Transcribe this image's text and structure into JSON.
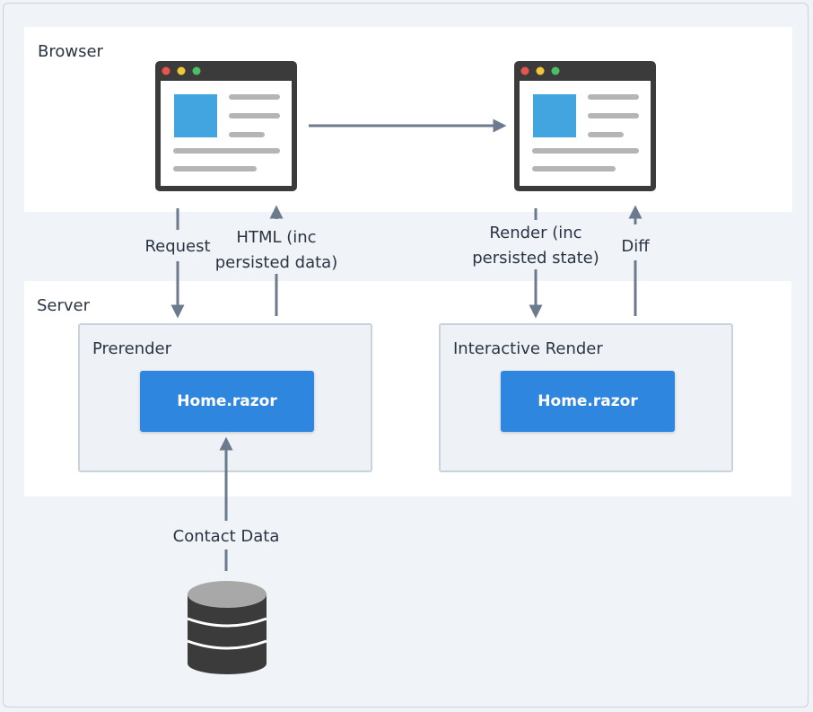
{
  "colors": {
    "background": "#f0f3f7",
    "zone": "#ffffff",
    "box": "#eef2f6",
    "component": "#2e86de",
    "arrow": "#6b7a8c",
    "window_frame": "#3b3b3b",
    "window_image": "#42a5e0",
    "window_line": "#b5b5b5",
    "dot_red": "#e8554e",
    "dot_yellow": "#f0c63a",
    "dot_green": "#4cbf63",
    "database": "#3b3b3b"
  },
  "zones": {
    "browser": {
      "label": "Browser"
    },
    "server": {
      "label": "Server"
    }
  },
  "boxes": {
    "prerender": {
      "label": "Prerender",
      "component": "Home.razor"
    },
    "interactive": {
      "label": "Interactive Render",
      "component": "Home.razor"
    }
  },
  "arrows": {
    "request": {
      "label": "Request"
    },
    "html": {
      "label": "HTML (inc persisted data)",
      "lines": [
        "HTML (inc",
        "persisted data)"
      ]
    },
    "render": {
      "label": "Render (inc persisted state)",
      "lines": [
        "Render (inc",
        "persisted state)"
      ]
    },
    "diff": {
      "label": "Diff"
    },
    "contact": {
      "label": "Contact Data"
    }
  },
  "icons": [
    "browser-window-icon",
    "database-icon"
  ]
}
